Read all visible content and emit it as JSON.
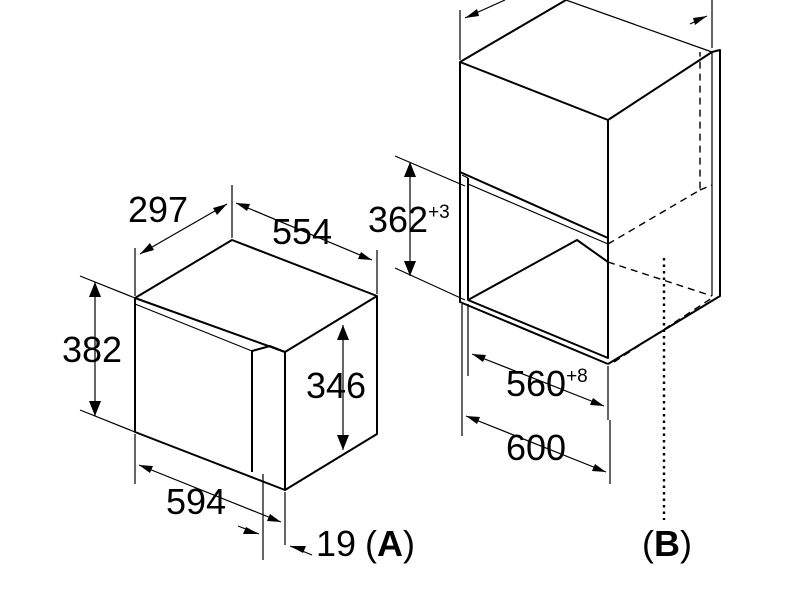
{
  "panel_a": {
    "label_letter": "A",
    "dims": {
      "depth": "297",
      "width": "554",
      "height": "382",
      "front_height": "346",
      "front_width": "594",
      "door_thickness": "19"
    }
  },
  "panel_b": {
    "label_letter": "B",
    "dims": {
      "niche_height": "362",
      "niche_height_tol": "+3",
      "niche_width": "560",
      "niche_width_tol": "+8",
      "cabinet_width": "600"
    }
  }
}
